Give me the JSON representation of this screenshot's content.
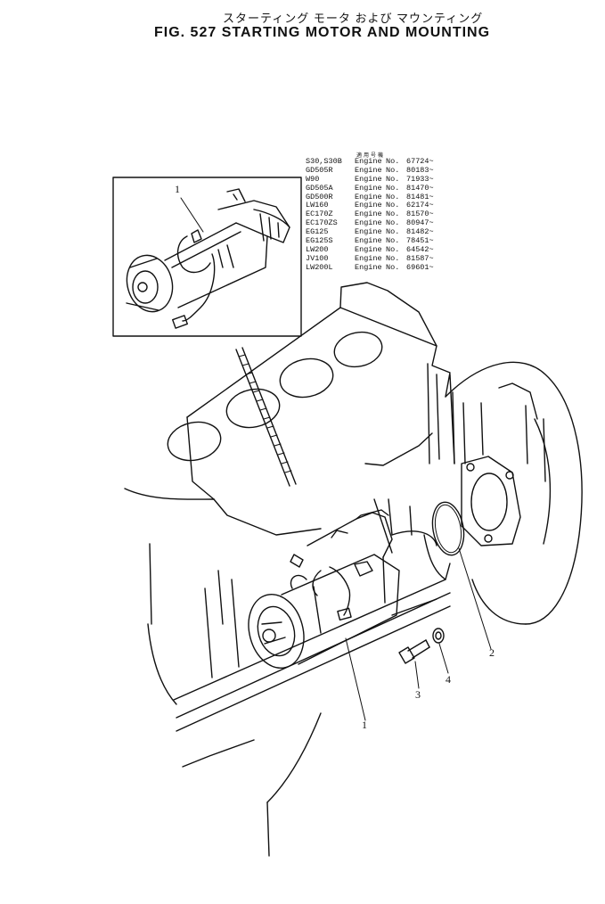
{
  "title_jp": "スターティング モータ および マウンティング",
  "title_en": "FIG. 527  STARTING MOTOR AND MOUNTING",
  "serial_header": "適用号機",
  "serials": [
    {
      "model": "S30,S30B",
      "engine": "Engine",
      "no": "No.",
      "number": "67724~"
    },
    {
      "model": "GD505R",
      "engine": "Engine",
      "no": "No.",
      "number": "80183~"
    },
    {
      "model": "W90",
      "engine": "Engine",
      "no": "No.",
      "number": "71933~"
    },
    {
      "model": "GD505A",
      "engine": "Engine",
      "no": "No.",
      "number": "81470~"
    },
    {
      "model": "GD500R",
      "engine": "Engine",
      "no": "No.",
      "number": "81481~"
    },
    {
      "model": "LW160",
      "engine": "Engine",
      "no": "No.",
      "number": "62174~"
    },
    {
      "model": "EC170Z",
      "engine": "Engine",
      "no": "No.",
      "number": "81570~"
    },
    {
      "model": "EC170ZS",
      "engine": "Engine",
      "no": "No.",
      "number": "80947~"
    },
    {
      "model": "EG125",
      "engine": "Engine",
      "no": "No.",
      "number": "81482~"
    },
    {
      "model": "EG125S",
      "engine": "Engine",
      "no": "No.",
      "number": "78451~"
    },
    {
      "model": "LW200",
      "engine": "Engine",
      "no": "No.",
      "number": "64542~"
    },
    {
      "model": "JV100",
      "engine": "Engine",
      "no": "No.",
      "number": "81587~"
    },
    {
      "model": "LW200L",
      "engine": "Engine",
      "no": "No.",
      "number": "69601~"
    }
  ],
  "callouts": {
    "inset_motor": "1",
    "motor": "1",
    "oring": "2",
    "bolt": "3",
    "washer": "4"
  }
}
